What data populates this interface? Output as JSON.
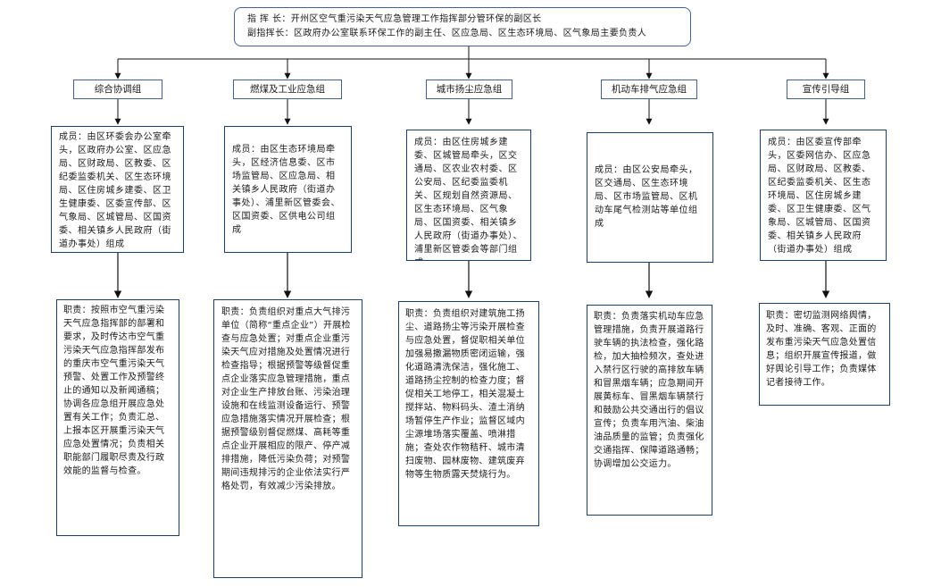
{
  "command": {
    "commander": "指 挥 长：开州区空气重污染天气应急管理工作指挥部分管环保的副区长",
    "deputy": "副指挥长：区政府办公室联系环保工作的副主任、区应急局、区生态环境局、区气象局主要负责人"
  },
  "groups": [
    {
      "name": "综合协调组",
      "members": "成员：由区环委会办公室牵头，区政府办公室、区应急局、区财政局、区教委、区纪委监委机关、区生态环境局、区住房城乡建委、区卫生健康委、区委宣传部、区气象局、区城管局、区国资委、相关镇乡人民政府（街道办事处）组成",
      "duties": "职责：按照市空气重污染天气应急指挥部的部署和要求，及时传达市空气重污染天气应急指挥部发布的重庆市空气重污染天气预警、处置工作及预警终止的通知以及新闻通稿；协调各应急组开展应急处置有关工作；负责汇总、上报本区开展重污染天气应急处置情况；负责相关职能部门履职尽责及行政效能的监督与检查。"
    },
    {
      "name": "燃煤及工业应急组",
      "members": "成员：由区生态环境局牵头，区经济信息委、区市场监管局、区应急局、相关镇乡人民政府（街道办事处）、浦里新区管委会、区国资委、区供电公司组成",
      "duties": "职责：负责组织对重点大气排污单位（简称“重点企业”）开展检查与应急处置；对重点企业重污染天气应对措施及处置情况进行检查指导；根据预警等级督促重点企业落实应急管理措施，重点对企业生产排放台账、污染治理设施和在线监测设备运行、预警应急措施落实情况开展检查；根据预警级别督促燃煤、高耗等重点企业开展相应的限产、停产减排措施，降低污染负荷；对预警期间违规排污的企业依法实行严格处罚，有效减少污染排放。"
    },
    {
      "name": "城市扬尘应急组",
      "members": "成员：由区住房城乡建委、区城管局牵头，区交通局、区农业农村委、区公安局、区纪委监委机关、区规划自然资源局、区生态环境局、区气象局、区国资委、相关镇乡人民政府（街道办事处）、浦里新区管委会等部门组成",
      "duties": "职责：负责组织对建筑施工扬尘、道路扬尘等污染开展检查与应急处置，督促职相关单位加强易撒漏物质密闭运输，强化道路清洗保洁，强化施工、道路扬尘控制的检查力度；督促相关工地停工，相关混凝土搅拌站、物料码头、渣土消纳场暂停生产作业；监督区域内尘源堆场落实覆盖、喷淋措施；查处农作物秸秆、城市清扫废物、园林废物、建筑废弃物等生物质露天焚烧行为。"
    },
    {
      "name": "机动车排气应急组",
      "members": "成员：由区公安局牵头，区交通局、区生态环境局、区市场监管局、区机动车尾气检测站等单位组成",
      "duties": "职责：负责落实机动车应急管理措施，负责开展道路行驶车辆的执法检查，强化路检，加大抽检频次，查处进入禁行区行驶的高排放车辆和冒黑烟车辆；应急期间开展黄标车、冒黑烟车辆禁行和鼓励公共交通出行的倡议宣传；负责车用汽油、柴油油品质量的监管；负责强化交通指挥、保障道路通畅；协调增加公交运力。"
    },
    {
      "name": "宣传引导组",
      "members": "成员：由区委宣传部牵头，区委网信办、区应急局、区财政局、区教委、区纪委监委机关、区生态环境局、区住房城乡建委、区卫生健康委、区气象局、区城管局、区国资委、相关镇乡人民政府（街道办事处）组成",
      "duties": "职责：密切监测网络舆情，及时、准确、客观、正面的发布重污染天气应急处置信息；组织开展宣传报道，做好舆论引导工作；负责媒体记者接待工作。"
    }
  ]
}
